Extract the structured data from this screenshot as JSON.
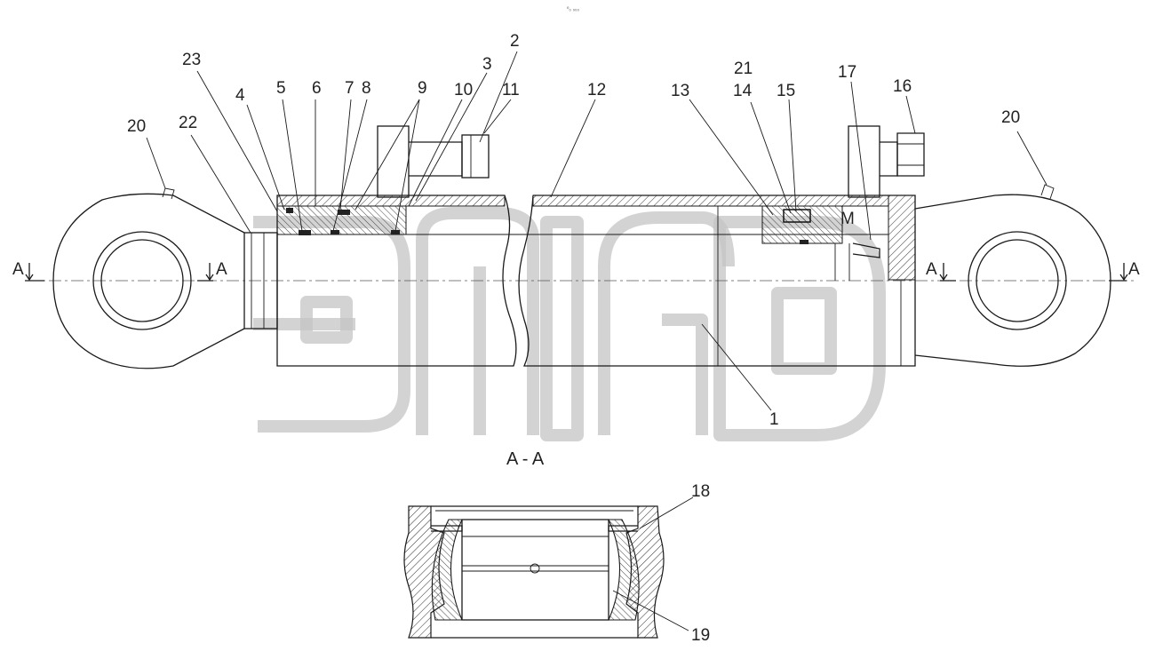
{
  "header_mark": "⁰₀ ₀₀₀",
  "labels": {
    "p1": "1",
    "p2": "2",
    "p3": "3",
    "p4": "4",
    "p5": "5",
    "p6": "6",
    "p7": "7",
    "p8": "8",
    "p9": "9",
    "p10": "10",
    "p11": "11",
    "p12": "12",
    "p13": "13",
    "p14": "14",
    "p15": "15",
    "p16": "16",
    "p17": "17",
    "p18": "18",
    "p19": "19",
    "p20_left": "20",
    "p20_right": "20",
    "p21": "21",
    "p22": "22",
    "p23": "23",
    "m": "M"
  },
  "section_marks": {
    "left_a1": "A",
    "left_a2": "A",
    "right_a1": "A",
    "right_a2": "A"
  },
  "section_title": "A - A"
}
